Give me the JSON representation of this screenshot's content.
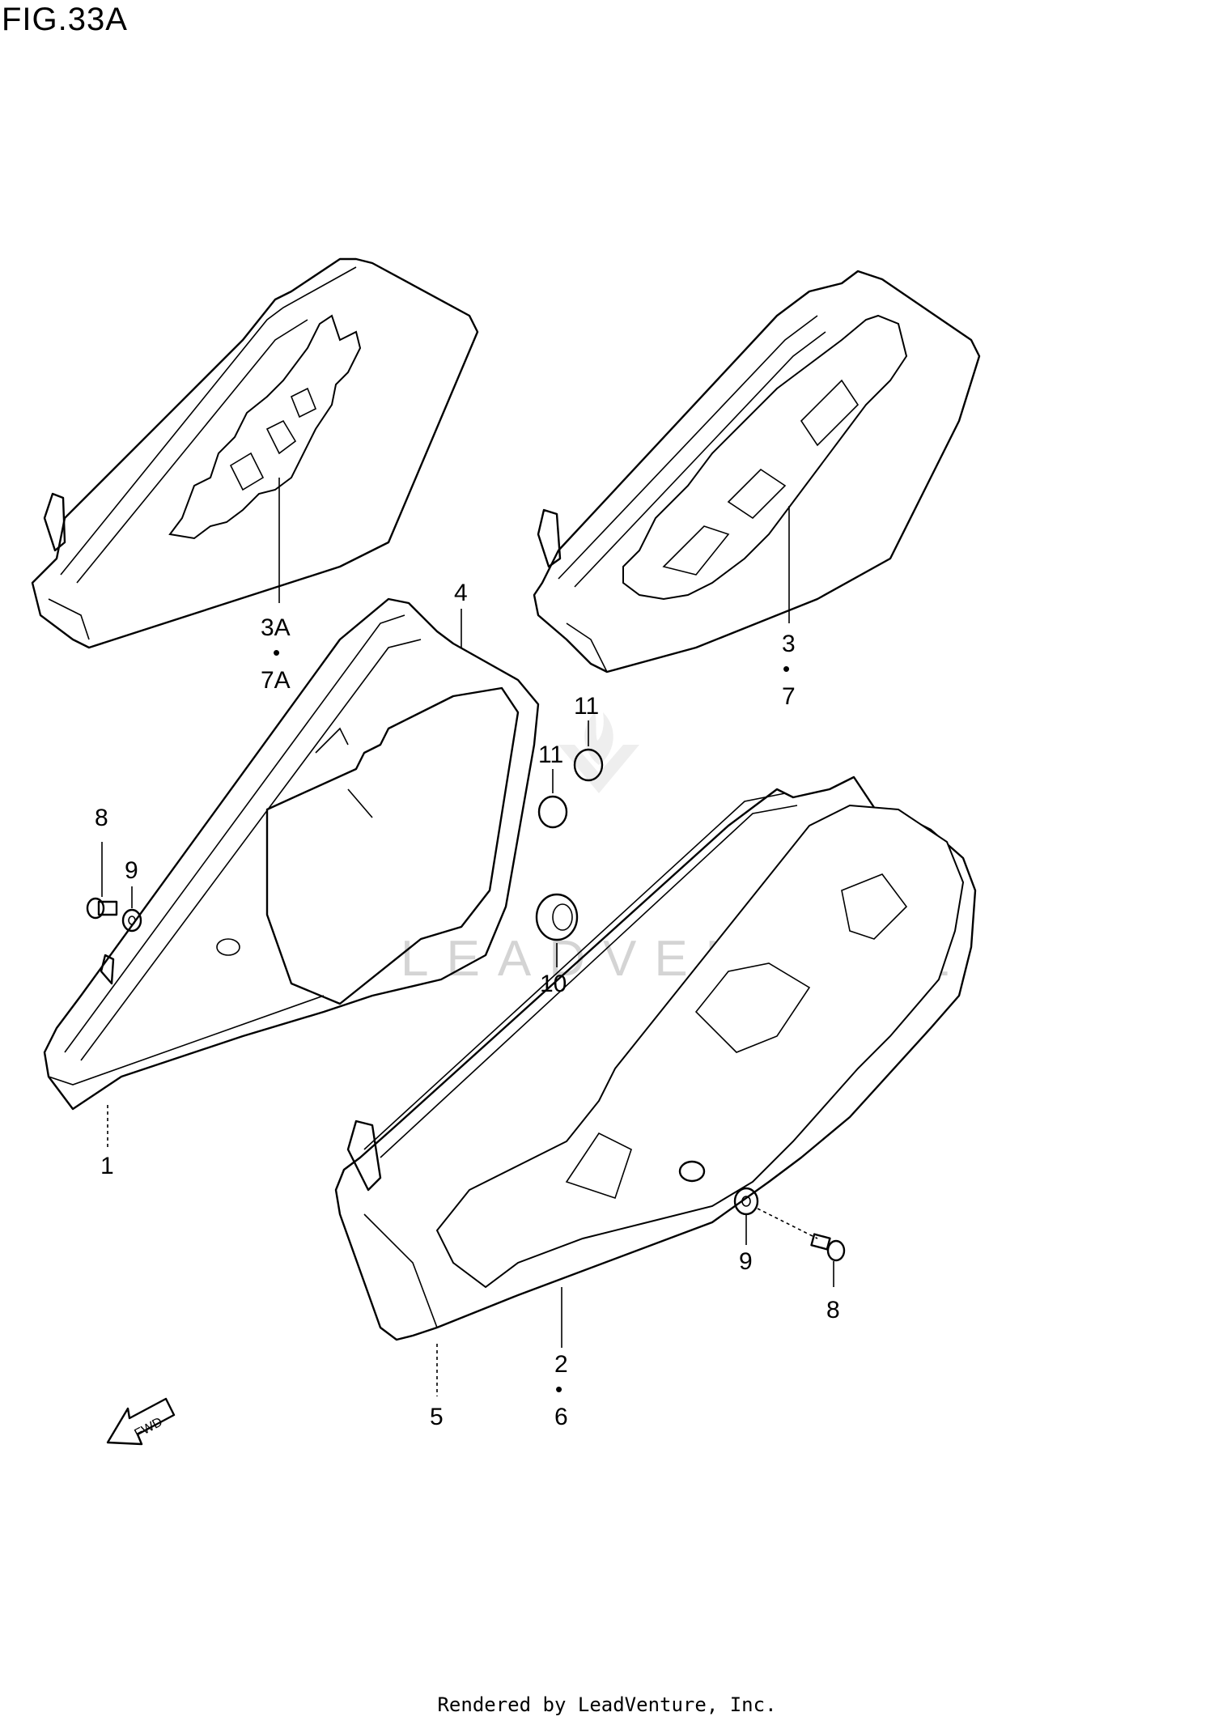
{
  "figure": {
    "title": "FIG.33A"
  },
  "watermark": {
    "text": "LEADVENTURE"
  },
  "labels": {
    "p1": "1",
    "p2": "2",
    "p3": "3",
    "p3a": "3A",
    "p4": "4",
    "p5": "5",
    "p6": "6",
    "p7": "7",
    "p7a": "7A",
    "p8_left": "8",
    "p8_right": "8",
    "p9_left": "9",
    "p9_right": "9",
    "p10": "10",
    "p11_top": "11",
    "p11_bottom": "11",
    "sep": "•"
  },
  "fwd_arrow": {
    "text": "FWD"
  },
  "footer": {
    "text": "Rendered by LeadVenture, Inc."
  }
}
